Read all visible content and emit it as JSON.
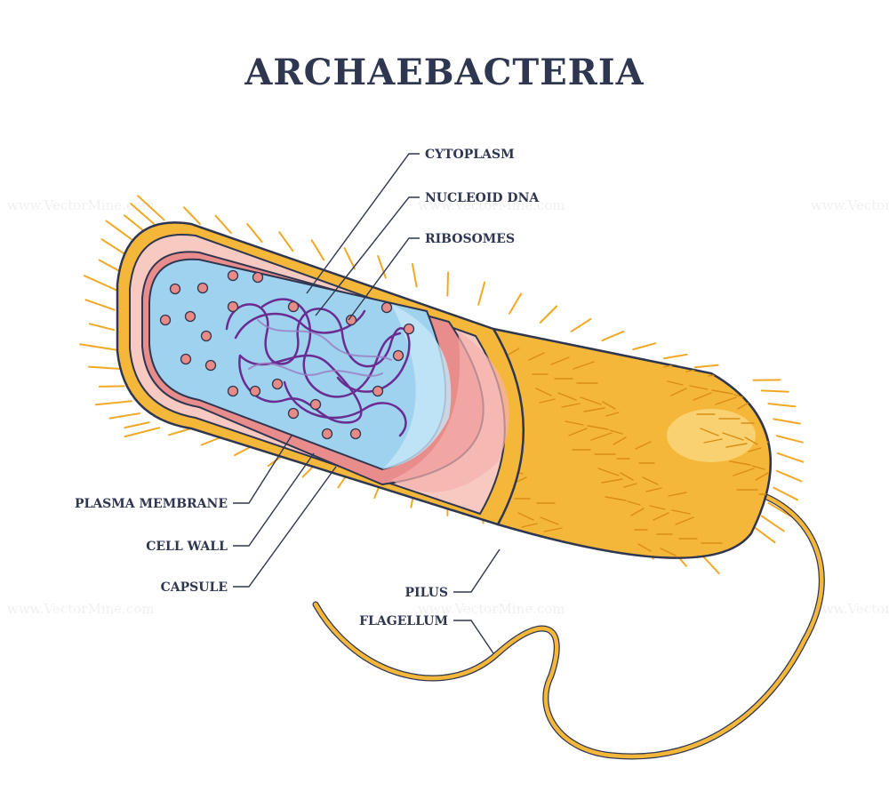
{
  "title": "ARCHAEBACTERIA",
  "watermark": "www.VectorMine.com",
  "labels": {
    "cytoplasm": "CYTOPLASM",
    "nucleoid_dna": "NUCLEOID DNA",
    "ribosomes": "RIBOSOMES",
    "plasma_membrane": "PLASMA MEMBRANE",
    "cell_wall": "CELL WALL",
    "capsule": "CAPSULE",
    "pilus": "PILUS",
    "flagellum": "FLAGELLUM"
  },
  "colors": {
    "outline": "#2f3650",
    "capsule": "#f5b73a",
    "capsule_light": "#fbd77e",
    "cell_wall": "#f7c9c0",
    "membrane": "#e98c8c",
    "cytoplasm": "#9fd2ee",
    "dna": "#6a2c91",
    "ribosome": "#e88a86"
  }
}
